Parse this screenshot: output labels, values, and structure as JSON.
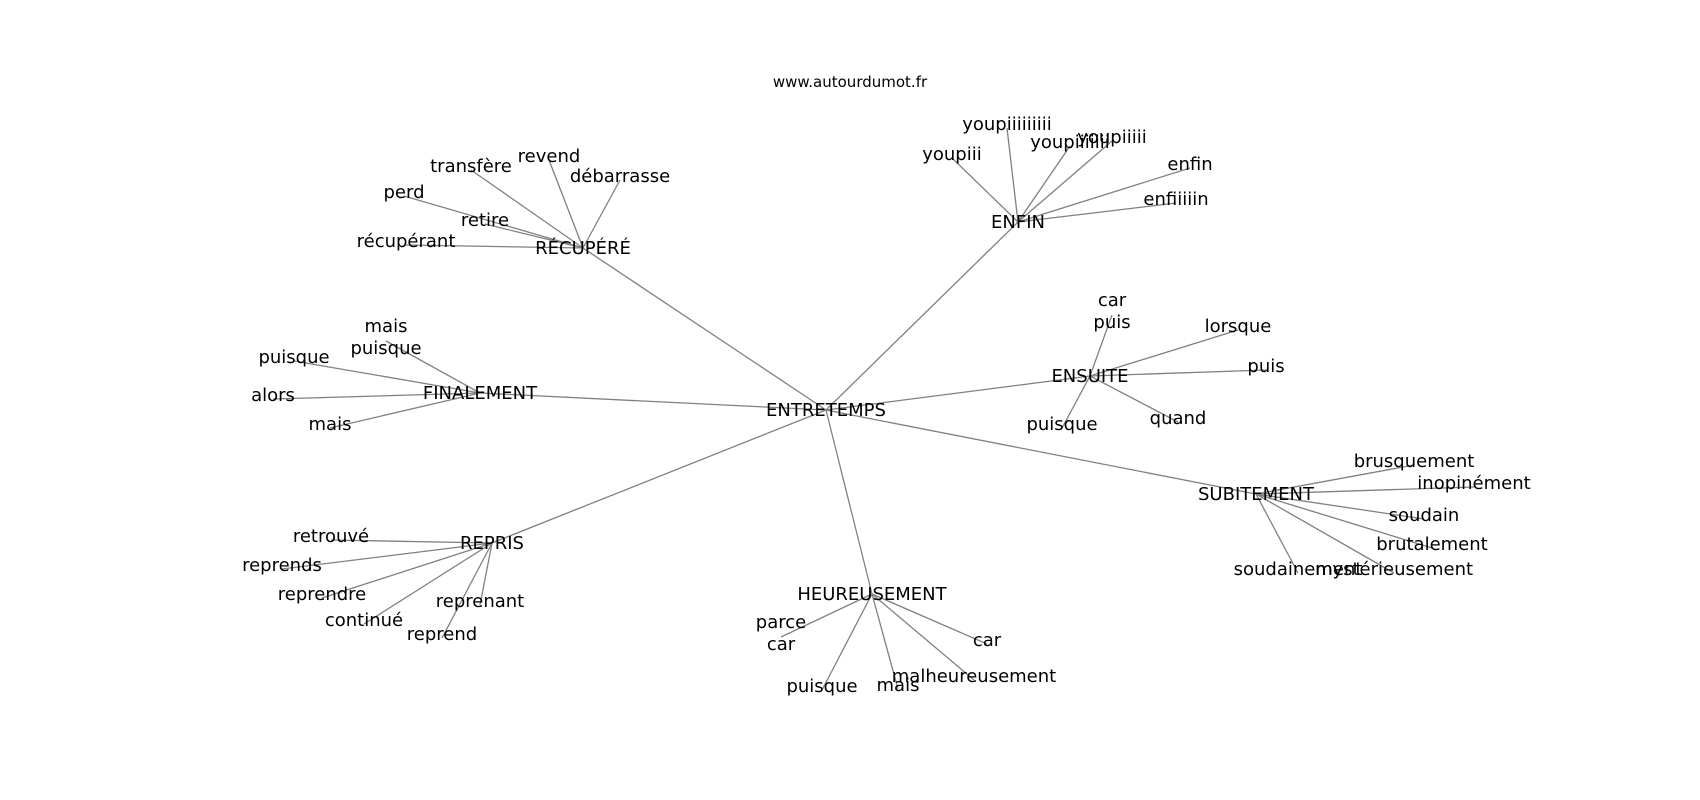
{
  "site_label": "www.autourdumot.fr",
  "colors": {
    "edge": "#808080",
    "text": "#000000",
    "background": "#ffffff"
  },
  "root": "ENTRETEMPS",
  "clusters": [
    {
      "hub": "RÉCUPÉRÉ",
      "leaves": [
        "transfère",
        "revend",
        "débarrasse",
        "perd",
        "retire",
        "récupérant"
      ]
    },
    {
      "hub": "ENFIN",
      "leaves": [
        "youpiiiiiiiii",
        "youpiii",
        "youpiiiiiii",
        "youpiiiii",
        "enfin",
        "enfiiiiin"
      ]
    },
    {
      "hub": "FINALEMENT",
      "leaves": [
        "mais\npuisque",
        "puisque",
        "alors",
        "mais"
      ]
    },
    {
      "hub": "ENSUITE",
      "leaves": [
        "car\npuis",
        "lorsque",
        "puis",
        "puisque",
        "quand"
      ]
    },
    {
      "hub": "SUBITEMENT",
      "leaves": [
        "brusquement",
        "inopinément",
        "soudain",
        "brutalement",
        "soudainement",
        "mystérieusement"
      ]
    },
    {
      "hub": "REPRIS",
      "leaves": [
        "retrouvé",
        "reprends",
        "reprendre",
        "reprenant",
        "continué",
        "reprend"
      ]
    },
    {
      "hub": "HEUREUSEMENT",
      "leaves": [
        "parce\ncar",
        "car",
        "puisque",
        "mais",
        "malheureusement"
      ]
    }
  ]
}
